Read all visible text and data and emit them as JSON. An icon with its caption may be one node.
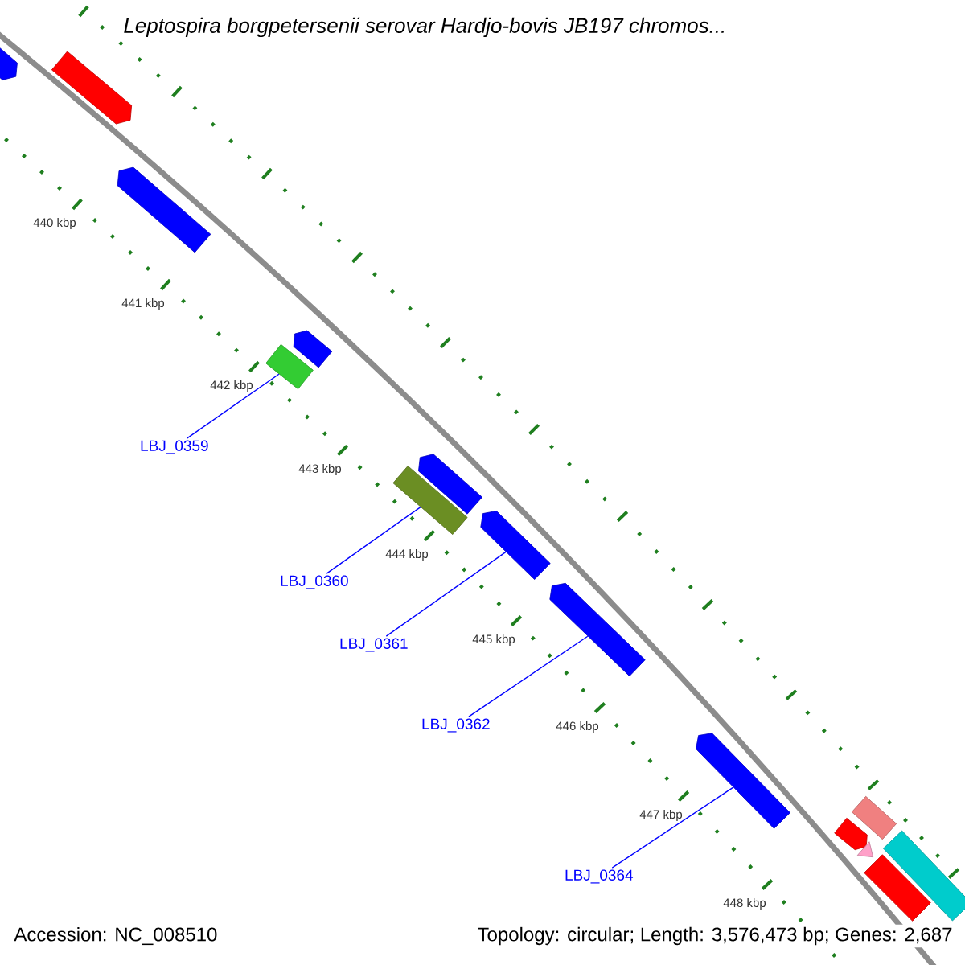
{
  "diagram": {
    "title": "Leptospira borgpetersenii serovar Hardjo-bovis JB197 chromos...",
    "nodes": [
      {
        "text": [],
        "shape": "arrow"
      },
      {
        "text": [],
        "shape": "arrow"
      },
      {
        "text": [],
        "shape": "arrow"
      },
      {
        "text": [],
        "shape": "arrow"
      },
      {
        "text": [],
        "shape": "box"
      },
      {
        "text": [
          "LBJ_0359"
        ]
      },
      {
        "text": [],
        "shape": "arrow"
      },
      {
        "text": [],
        "shape": "box"
      },
      {
        "text": [],
        "shape": "arrow"
      },
      {
        "text": [],
        "shape": "arrow"
      },
      {
        "text": [
          "LBJ_0360"
        ]
      },
      {
        "text": [
          "LBJ_0361"
        ]
      },
      {
        "text": [
          "LBJ_0362"
        ]
      },
      {
        "text": [],
        "shape": "arrow"
      },
      {
        "text": [],
        "shape": "box"
      },
      {
        "text": [],
        "shape": "arrow"
      },
      {
        "text": [],
        "shape": "box"
      },
      {
        "text": [],
        "shape": "triangle"
      },
      {
        "text": [],
        "shape": "box"
      },
      {
        "text": [
          "LBJ_0364"
        ]
      }
    ],
    "edges": [
      {
        "from": 5,
        "to": 4,
        "arrow": "none"
      },
      {
        "from": 10,
        "to": 7,
        "arrow": "none"
      },
      {
        "from": 11,
        "to": 8,
        "arrow": "none"
      },
      {
        "from": 12,
        "to": 9,
        "arrow": "none"
      },
      {
        "from": 19,
        "to": 13,
        "arrow": "none"
      }
    ],
    "labels": [
      "440 kbp",
      "441 kbp",
      "442 kbp",
      "443 kbp",
      "444 kbp",
      "445 kbp",
      "446 kbp",
      "447 kbp",
      "448 kbp",
      "Accession: NC_008510",
      "Topology: circular; Length: 3,576,473 bp; Genes: 2,687"
    ]
  }
}
